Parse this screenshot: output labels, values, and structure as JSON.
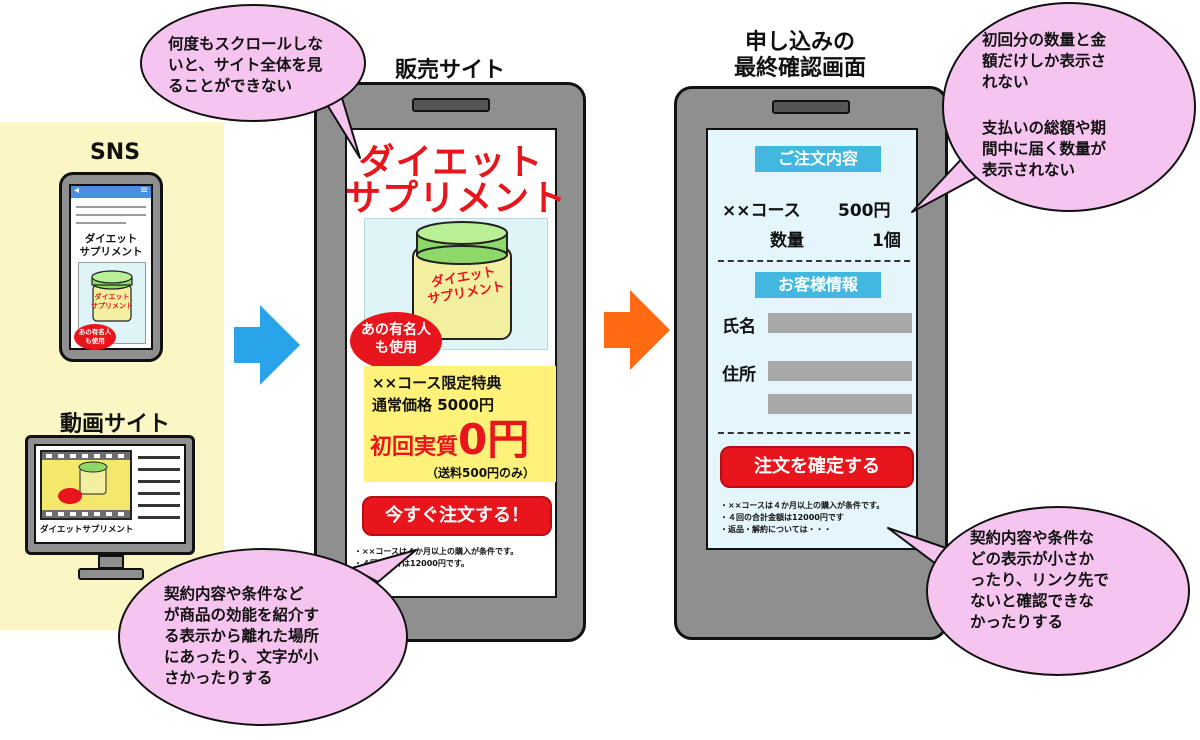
{
  "sns": {
    "title": "SNS",
    "product": "ダイエット\nサプリメント",
    "badge": "あの有名人\nも使用"
  },
  "video": {
    "title": "動画サイト",
    "caption": "ダイエットサプリメント"
  },
  "shop": {
    "title": "販売サイト",
    "headline1": "ダイエット",
    "headline2": "サプリメント",
    "jar_label": "ダイエット\nサプリメント",
    "badge": "あの有名人\nも使用",
    "promo_line1": "××コース限定特典",
    "promo_line2": "通常価格 5000円",
    "promo_price_prefix": "初回実質",
    "promo_price_zero": "0円",
    "promo_shipping": "（送料500円のみ）",
    "order_button": "今すぐ注文する！",
    "note1": "・××コースは４か月以上の購入が条件です。",
    "note2": "・４回の合計は12000円です。"
  },
  "confirm": {
    "title1": "申し込みの",
    "title2": "最終確認画面",
    "order_section": "ご注文内容",
    "course_label": "××コース",
    "course_price": "500円",
    "qty_label": "数量",
    "qty_value": "1個",
    "customer_section": "お客様情報",
    "name_label": "氏名",
    "address_label": "住所",
    "confirm_button": "注文を確定する",
    "note1": "・××コースは４か月以上の購入が条件です。",
    "note2": "・４回の合計金額は12000円です",
    "note3": "・返品・解約については・・・"
  },
  "bubbles": {
    "scroll": "何度もスクロールしな\nいと、サイト全体を見\nることができない",
    "terms_shop": "契約内容や条件など\nが商品の効能を紹介す\nる表示から離れた場所\nにあったり、文字が小\nさかったりする",
    "amount": "初回分の数量と金\n額だけしか表示さ\nれない",
    "total": "支払いの総額や期\n間中に届く数量が\n表示されない",
    "terms_confirm": "契約内容や条件な\nどの表示が小さか\nったり、リンク先で\nないと確認できな\nかったりする"
  },
  "colors": {
    "arrow_blue": "#29a3ea",
    "arrow_orange": "#ff6a13",
    "bubble_pink": "#f5c5f0",
    "accent_red": "#e8161c",
    "section_blue": "#42b8e0",
    "promo_yellow": "#fff27a",
    "panel_yellow": "#fbf7c4"
  }
}
